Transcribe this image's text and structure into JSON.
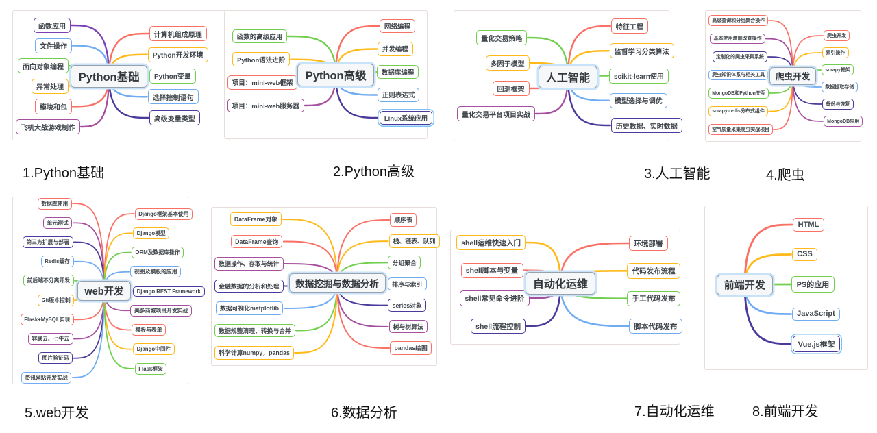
{
  "page": {
    "background": "#ffffff"
  },
  "palette": {
    "red": "#fa7064",
    "yellow": "#ffb918",
    "green": "#72ce4f",
    "blue": "#70acf1",
    "indigo": "#4b3a9b",
    "magenta": "#a64f9f",
    "violet": "#7c40b5",
    "selection_ring": "#79c2f8",
    "center_ring": "#c7e2f9"
  },
  "maps": [
    {
      "id": "python-basic",
      "center": "Python基础",
      "caption": "1.Python基础",
      "left": [
        {
          "label": "函数应用",
          "color": "#7c40b5"
        },
        {
          "label": "文件操作",
          "color": "#70acf1"
        },
        {
          "label": "面向对象编程",
          "color": "#72ce4f"
        },
        {
          "label": "异常处理",
          "color": "#ffb918"
        },
        {
          "label": "模块和包",
          "color": "#fa7064"
        },
        {
          "label": "飞机大战游戏制作",
          "color": "#a64f9f"
        }
      ],
      "right": [
        {
          "label": "计算机组成原理",
          "color": "#fa7064"
        },
        {
          "label": "Python开发环境",
          "color": "#ffb918"
        },
        {
          "label": "Python变量",
          "color": "#72ce4f"
        },
        {
          "label": "选择控制语句",
          "color": "#70acf1"
        },
        {
          "label": "高级变量类型",
          "color": "#4b3a9b"
        }
      ]
    },
    {
      "id": "python-advanced",
      "center": "Python高级",
      "caption": "2.Python高级",
      "left": [
        {
          "label": "函数的高级应用",
          "color": "#72ce4f"
        },
        {
          "label": "Python语法进阶",
          "color": "#ffb918"
        },
        {
          "label": "项目：mini-web框架",
          "color": "#fa7064"
        },
        {
          "label": "项目：mini-web服务器",
          "color": "#a64f9f"
        }
      ],
      "right": [
        {
          "label": "网络编程",
          "color": "#fa7064"
        },
        {
          "label": "并发编程",
          "color": "#ffb918"
        },
        {
          "label": "数据库编程",
          "color": "#72ce4f"
        },
        {
          "label": "正则表达式",
          "color": "#70acf1"
        },
        {
          "label": "Linux系统应用",
          "color": "#4b3a9b",
          "highlight": true
        }
      ]
    },
    {
      "id": "artificial-intelligence",
      "center": "人工智能",
      "caption": "3.人工智能",
      "left": [
        {
          "label": "量化交易策略",
          "color": "#72ce4f"
        },
        {
          "label": "多因子模型",
          "color": "#ffb918"
        },
        {
          "label": "回测框架",
          "color": "#fa7064"
        },
        {
          "label": "量化交易平台项目实战",
          "color": "#a64f9f"
        }
      ],
      "right": [
        {
          "label": "特征工程",
          "color": "#fa7064"
        },
        {
          "label": "监督学习分类算法",
          "color": "#ffb918"
        },
        {
          "label": "scikit-learn使用",
          "color": "#72ce4f"
        },
        {
          "label": "模型选择与调优",
          "color": "#70acf1"
        },
        {
          "label": "历史数据、实时数据",
          "color": "#4b3a9b"
        }
      ]
    },
    {
      "id": "spider",
      "center": "爬虫开发",
      "caption": "4.爬虫",
      "left": [
        {
          "label": "高级查询和分组聚合操作",
          "color": "#fa7064"
        },
        {
          "label": "基本使用增删改查操作",
          "color": "#a64f9f"
        },
        {
          "label": "定制化的爬虫采集系统",
          "color": "#4b3a9b"
        },
        {
          "label": "爬虫知识体系与相关工具",
          "color": "#70acf1"
        },
        {
          "label": "MongoDB和Python交互",
          "color": "#72ce4f"
        },
        {
          "label": "scrapy-redis分布式组件",
          "color": "#ffb918"
        },
        {
          "label": "空气质量采集爬虫实战项目",
          "color": "#fa7064"
        }
      ],
      "right": [
        {
          "label": "爬虫开发",
          "color": "#fa7064"
        },
        {
          "label": "索引操作",
          "color": "#ffb918"
        },
        {
          "label": "scrapy框架",
          "color": "#72ce4f"
        },
        {
          "label": "数据提取存储",
          "color": "#70acf1"
        },
        {
          "label": "备份与恢复",
          "color": "#4b3a9b"
        },
        {
          "label": "MongoDB应用",
          "color": "#a64f9f"
        }
      ]
    },
    {
      "id": "web-dev",
      "center": "web开发",
      "caption": "5.web开发",
      "left": [
        {
          "label": "数据库使用",
          "color": "#fa7064"
        },
        {
          "label": "单元测试",
          "color": "#a64f9f"
        },
        {
          "label": "第三方扩展与部署",
          "color": "#4b3a9b"
        },
        {
          "label": "Redis缓存",
          "color": "#70acf1"
        },
        {
          "label": "前后端不分离开发",
          "color": "#72ce4f"
        },
        {
          "label": "Git版本控制",
          "color": "#ffb918"
        },
        {
          "label": "Flask+MySQL实现",
          "color": "#fa7064"
        },
        {
          "label": "容联云、七牛云",
          "color": "#a64f9f"
        },
        {
          "label": "图片验证码",
          "color": "#4b3a9b"
        },
        {
          "label": "资讯网站开发实战",
          "color": "#70acf1"
        }
      ],
      "right": [
        {
          "label": "Django框架基本使用",
          "color": "#fa7064"
        },
        {
          "label": "Django模型",
          "color": "#ffb918"
        },
        {
          "label": "ORM及数据库操作",
          "color": "#72ce4f"
        },
        {
          "label": "视图及模板的应用",
          "color": "#70acf1"
        },
        {
          "label": "Django REST Framework",
          "color": "#4b3a9b"
        },
        {
          "label": "美多商城项目开发实战",
          "color": "#a64f9f"
        },
        {
          "label": "模板与表单",
          "color": "#fa7064"
        },
        {
          "label": "Django中间件",
          "color": "#ffb918"
        },
        {
          "label": "Flask框架",
          "color": "#72ce4f"
        }
      ]
    },
    {
      "id": "data-analysis",
      "center": "数据挖掘与数据分析",
      "caption": "6.数据分析",
      "left": [
        {
          "label": "DataFrame对象",
          "color": "#ffb918"
        },
        {
          "label": "DataFrame查询",
          "color": "#fa7064"
        },
        {
          "label": "数据操作、存取与统计",
          "color": "#a64f9f"
        },
        {
          "label": "金融数据的分析和处理",
          "color": "#4b3a9b"
        },
        {
          "label": "数据可视化matplotlib",
          "color": "#70acf1"
        },
        {
          "label": "数据规整清理、转换与合并",
          "color": "#72ce4f"
        },
        {
          "label": "科学计算numpy，pandas",
          "color": "#ffb918"
        }
      ],
      "right": [
        {
          "label": "顺序表",
          "color": "#fa7064"
        },
        {
          "label": "栈、链表、队列",
          "color": "#ffb918"
        },
        {
          "label": "分组聚合",
          "color": "#72ce4f"
        },
        {
          "label": "排序与索引",
          "color": "#70acf1"
        },
        {
          "label": "series对象",
          "color": "#4b3a9b"
        },
        {
          "label": "树与树算法",
          "color": "#a64f9f"
        },
        {
          "label": "pandas绘图",
          "color": "#fa7064"
        }
      ]
    },
    {
      "id": "devops",
      "center": "自动化运维",
      "caption": "7.自动化运维",
      "left": [
        {
          "label": "shell运维快速入门",
          "color": "#ffb918"
        },
        {
          "label": "shell脚本与变量",
          "color": "#fa7064"
        },
        {
          "label": "shell常见命令进阶",
          "color": "#a64f9f"
        },
        {
          "label": "shell流程控制",
          "color": "#4b3a9b"
        }
      ],
      "right": [
        {
          "label": "环境部署",
          "color": "#fa7064"
        },
        {
          "label": "代码发布流程",
          "color": "#ffb918"
        },
        {
          "label": "手工代码发布",
          "color": "#72ce4f"
        },
        {
          "label": "脚本代码发布",
          "color": "#70acf1"
        }
      ]
    },
    {
      "id": "frontend",
      "center": "前端开发",
      "caption": "8.前端开发",
      "left": [],
      "right": [
        {
          "label": "HTML",
          "color": "#fa7064"
        },
        {
          "label": "CSS",
          "color": "#ffb918"
        },
        {
          "label": "PS的应用",
          "color": "#72ce4f"
        },
        {
          "label": "JavaScript",
          "color": "#70acf1"
        },
        {
          "label": "Vue.js框架",
          "color": "#4b3a9b",
          "highlight": true
        }
      ]
    }
  ]
}
